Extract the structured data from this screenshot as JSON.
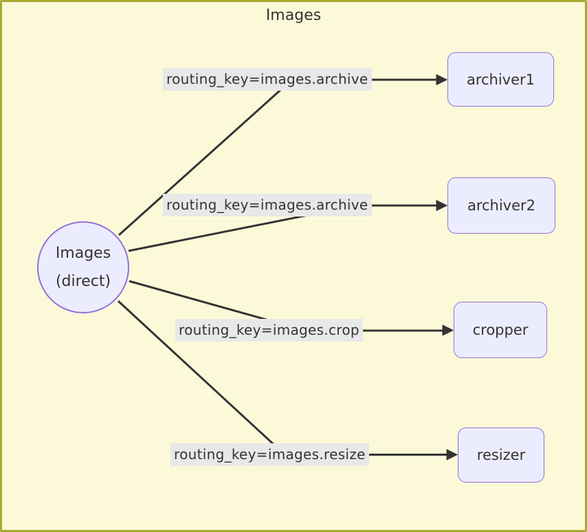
{
  "diagram": {
    "type": "message-routing-topology",
    "title": "Images",
    "exchange": {
      "line1": "Images",
      "line2": "(direct)"
    },
    "edges": [
      {
        "routing_key": "routing_key=images.archive",
        "target": "archiver1"
      },
      {
        "routing_key": "routing_key=images.archive",
        "target": "archiver2"
      },
      {
        "routing_key": "routing_key=images.crop",
        "target": "cropper"
      },
      {
        "routing_key": "routing_key=images.resize",
        "target": "resizer"
      }
    ],
    "colors": {
      "cluster_background": "#fcf9d8",
      "cluster_border": "#a9a931",
      "node_fill": "#ececff",
      "node_border": "#9370db",
      "edge_label_background": "#e8e8e8",
      "line_color": "#333333",
      "text_color": "#333333"
    }
  }
}
